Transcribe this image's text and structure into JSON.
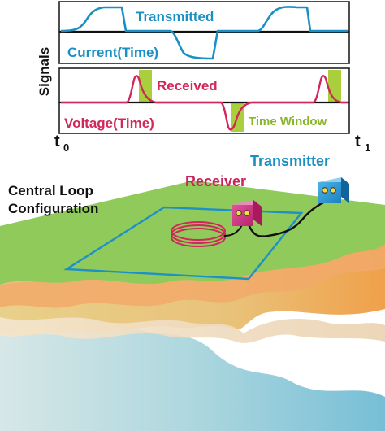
{
  "signals_axis_label": "Signals",
  "upper_panel": {
    "transmitted_label": "Transmitted",
    "current_label": "Current(Time)"
  },
  "lower_panel": {
    "received_label": "Received",
    "voltage_label": "Voltage(Time)",
    "time_window_label": "Time Window"
  },
  "time_axis": {
    "start_letter": "t",
    "start_sub": "0",
    "end_letter": "t",
    "end_sub": "1"
  },
  "diagram": {
    "configuration_line1": "Central Loop",
    "configuration_line2": "Configuration",
    "receiver_label": "Receiver",
    "transmitter_label": "Transmitter"
  },
  "colors": {
    "transmitted_blue": "#1a8fc4",
    "received_magenta": "#d0285a",
    "time_window_green": "#a9cf3c",
    "ground_green": "#8fca5a",
    "loop_blue": "#1e90c8",
    "receiver_box": "#d63a8a",
    "transmitter_box": "#2a9ad6"
  }
}
